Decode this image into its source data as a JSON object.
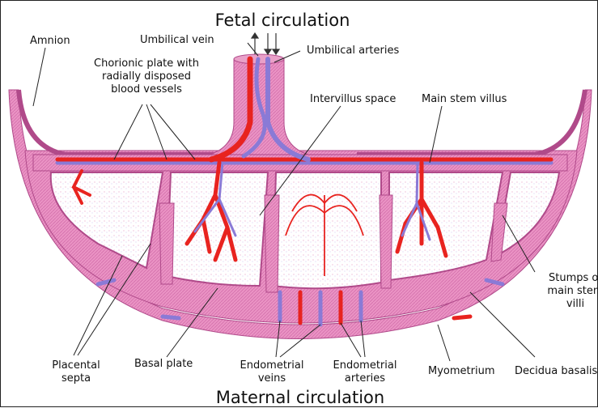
{
  "title_top": "Fetal circulation",
  "title_bottom": "Maternal circulation",
  "labels": {
    "amnion": "Amnion",
    "umbilical_vein": "Umbilical vein",
    "umbilical_arteries": "Umbilical arteries",
    "chorionic_1": "Chorionic plate with",
    "chorionic_2": "radially disposed",
    "chorionic_3": "blood vessels",
    "intervillus": "Intervillus space",
    "main_stem": "Main stem villus",
    "stumps_1": "Stumps of",
    "stumps_2": "main stem",
    "stumps_3": "villi",
    "placental_1": "Placental",
    "placental_2": "septa",
    "basal_plate": "Basal plate",
    "endo_veins_1": "Endometrial",
    "endo_veins_2": "veins",
    "endo_arteries_1": "Endometrial",
    "endo_arteries_2": "arteries",
    "myometrium": "Myometrium",
    "decidua": "Decidua basalis"
  },
  "colors": {
    "tissue": "#e98fc0",
    "tissue_dark": "#c05596",
    "artery_red": "#e8231f",
    "vein_blue": "#8a7ad6",
    "space": "#ffffff"
  }
}
